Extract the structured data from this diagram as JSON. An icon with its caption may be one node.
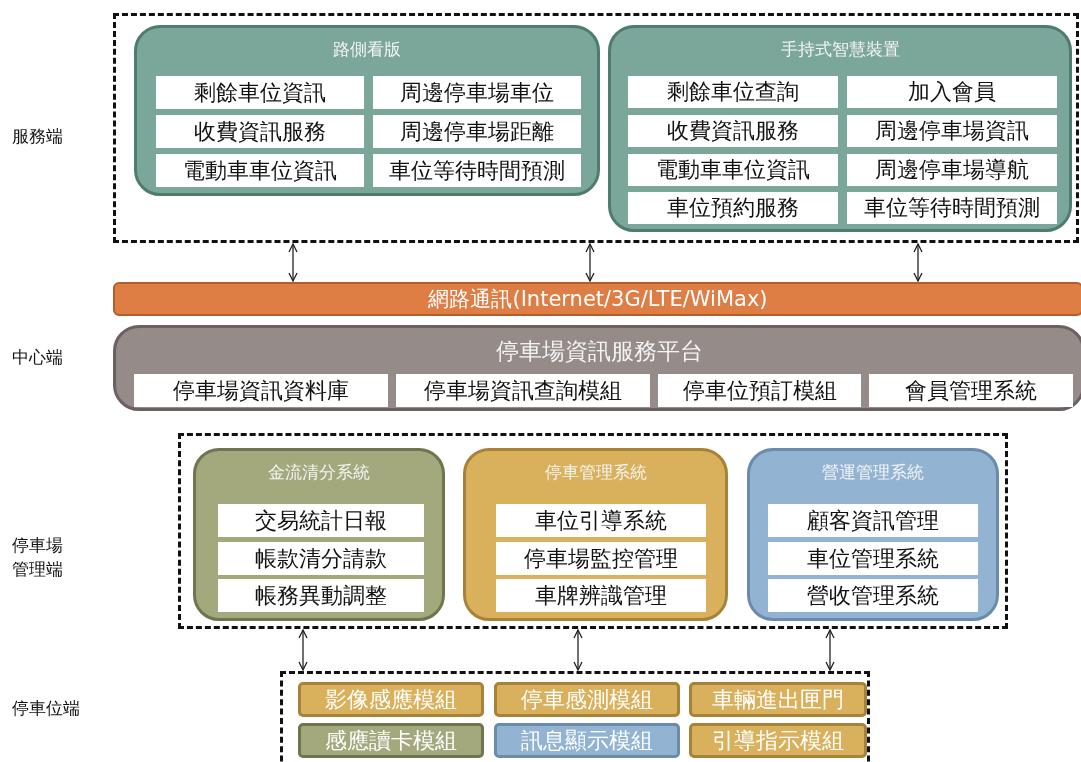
{
  "diagram": {
    "nodes": [
      {
        "text": [],
        "shape": "box"
      },
      {
        "text": [
          "路側看版"
        ],
        "in": 0
      },
      {
        "text": [
          "剩餘車位資訊"
        ],
        "in": 1
      },
      {
        "text": [
          "周邊停車場車位"
        ],
        "in": 1
      },
      {
        "text": [
          "收費資訊服務"
        ],
        "in": 1
      },
      {
        "text": [
          "周邊停車場距離"
        ],
        "in": 1
      },
      {
        "text": [
          "電動車車位資訊"
        ],
        "in": 1
      },
      {
        "text": [
          "車位等待時間預測"
        ],
        "in": 1
      },
      {
        "text": [
          "手持式智慧裝置"
        ],
        "in": 0
      },
      {
        "text": [
          "剩餘車位查詢"
        ],
        "in": 8
      },
      {
        "text": [
          "加入會員"
        ],
        "in": 8
      },
      {
        "text": [
          "收費資訊服務"
        ],
        "in": 8
      },
      {
        "text": [
          "周邊停車場資訊"
        ],
        "in": 8
      },
      {
        "text": [
          "電動車車位資訊"
        ],
        "in": 8
      },
      {
        "text": [
          "周邊停車場導航"
        ],
        "in": 8
      },
      {
        "text": [
          "車位預約服務"
        ],
        "in": 8
      },
      {
        "text": [
          "車位等待時間預測"
        ],
        "in": 8
      },
      {
        "text": [
          "網路通訊(Internet/3G/LTE/WiMax)"
        ]
      },
      {
        "text": [
          "停車場資訊服務平台"
        ]
      },
      {
        "text": [
          "停車場資訊資料庫"
        ],
        "in": 18
      },
      {
        "text": [
          "停車場資訊查詢模組"
        ],
        "in": 18
      },
      {
        "text": [
          "停車位預訂模組"
        ],
        "in": 18
      },
      {
        "text": [
          "會員管理系統"
        ],
        "in": 18
      },
      {
        "text": [],
        "shape": "box"
      },
      {
        "text": [
          "金流清分系統"
        ],
        "in": 23
      },
      {
        "text": [
          "交易統計日報"
        ],
        "in": 24
      },
      {
        "text": [
          "帳款清分請款"
        ],
        "in": 24
      },
      {
        "text": [
          "帳務異動調整"
        ],
        "in": 24
      },
      {
        "text": [
          "停車管理系統"
        ],
        "in": 23
      },
      {
        "text": [
          "車位引導系統"
        ],
        "in": 28
      },
      {
        "text": [
          "停車場監控管理"
        ],
        "in": 28
      },
      {
        "text": [
          "車牌辨識管理"
        ],
        "in": 28
      },
      {
        "text": [
          "營運管理系統"
        ],
        "in": 23
      },
      {
        "text": [
          "顧客資訊管理"
        ],
        "in": 32
      },
      {
        "text": [
          "車位管理系統"
        ],
        "in": 32
      },
      {
        "text": [
          "營收管理系統"
        ],
        "in": 32
      },
      {
        "text": [],
        "shape": "box"
      },
      {
        "text": [
          "影像感應模組"
        ],
        "in": 36
      },
      {
        "text": [
          "停車感測模組"
        ],
        "in": 36
      },
      {
        "text": [
          "車輛進出匣門"
        ],
        "in": 36
      },
      {
        "text": [
          "感應讀卡模組"
        ],
        "in": 36
      },
      {
        "text": [
          "訊息顯示模組"
        ],
        "in": 36
      },
      {
        "text": [
          "引導指示模組"
        ],
        "in": 36
      }
    ],
    "edges": [
      {
        "from": 0,
        "to": 17,
        "arrow": "both"
      },
      {
        "from": 0,
        "to": 17,
        "arrow": "both"
      },
      {
        "from": 0,
        "to": 17,
        "arrow": "both"
      },
      {
        "from": 23,
        "to": 36,
        "arrow": "both"
      },
      {
        "from": 23,
        "to": 36,
        "arrow": "both"
      },
      {
        "from": 23,
        "to": 36,
        "arrow": "both"
      }
    ],
    "labels": [
      "服務端",
      "中心端",
      "停車場管理端",
      "停車位端"
    ]
  }
}
